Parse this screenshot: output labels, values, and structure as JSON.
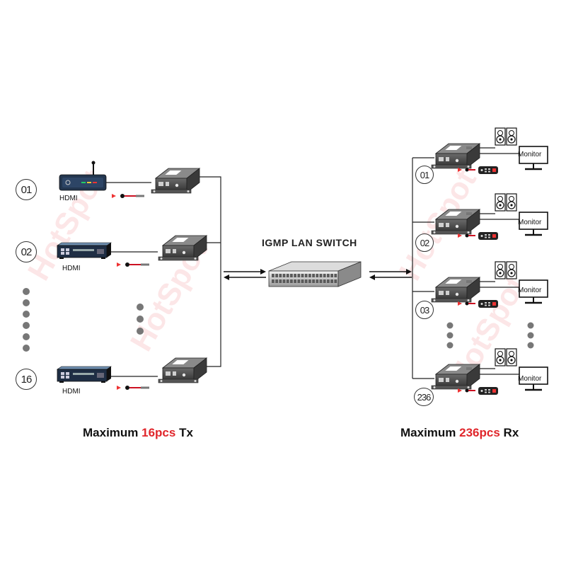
{
  "switch": {
    "title": "IGMP LAN SWITCH"
  },
  "transmitters": {
    "labels": [
      "01",
      "02",
      "16"
    ],
    "source_label": "HDMI"
  },
  "receivers": {
    "labels": [
      "01",
      "02",
      "03",
      "236"
    ],
    "monitor_label": "Monitor"
  },
  "captions": {
    "tx": {
      "prefix": "Maximum ",
      "count": "16pcs",
      "suffix": " Tx"
    },
    "rx": {
      "prefix": "Maximum ",
      "count": "236pcs",
      "suffix": " Rx"
    }
  },
  "watermark": "HotSpot",
  "colors": {
    "highlight": "#e0262b",
    "line": "#222222",
    "device": "#4a4a4a"
  }
}
